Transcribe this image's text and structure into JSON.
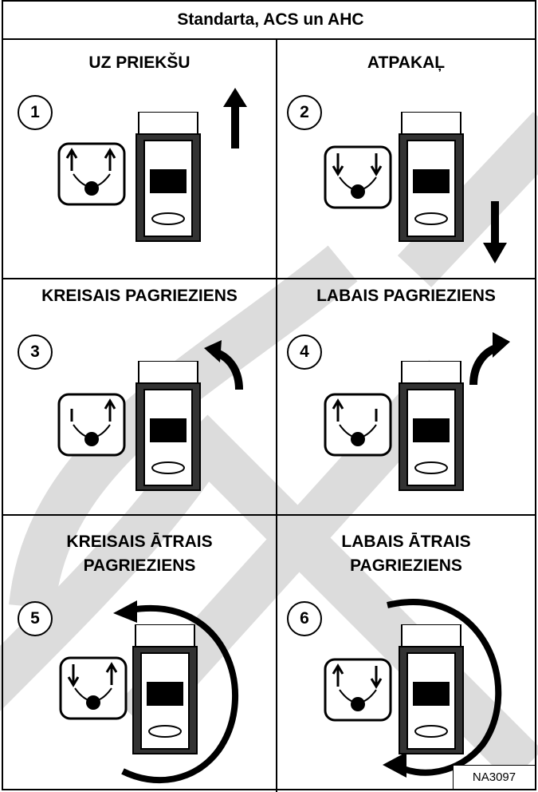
{
  "header": {
    "title": "Standarta, ACS un AHC"
  },
  "cells": [
    {
      "title": "UZ PRIEKŠU",
      "number": "1"
    },
    {
      "title": "ATPAKAĻ",
      "number": "2"
    },
    {
      "title": "KREISAIS PAGRIEZIENS",
      "number": "3"
    },
    {
      "title": "LABAIS PAGRIEZIENS",
      "number": "4"
    },
    {
      "title_line1": "KREISAIS ĀTRAIS",
      "title_line2": "PAGRIEZIENS",
      "number": "5"
    },
    {
      "title_line1": "LABAIS ĀTRAIS",
      "title_line2": "PAGRIEZIENS",
      "number": "6"
    }
  ],
  "figure_code": "NA3097",
  "icons": {
    "movement_arrows": [
      "up-arrow-icon",
      "down-arrow-icon",
      "curved-arrow-left-icon",
      "curved-arrow-right-icon",
      "circular-arrow-ccw-icon",
      "circular-arrow-cw-icon"
    ],
    "operator": "operator-hands-icon",
    "vehicle": "ride-on-trowel-top-view-icon"
  },
  "colors": {
    "watermark": "#dcdcdc",
    "ink": "#000000"
  }
}
